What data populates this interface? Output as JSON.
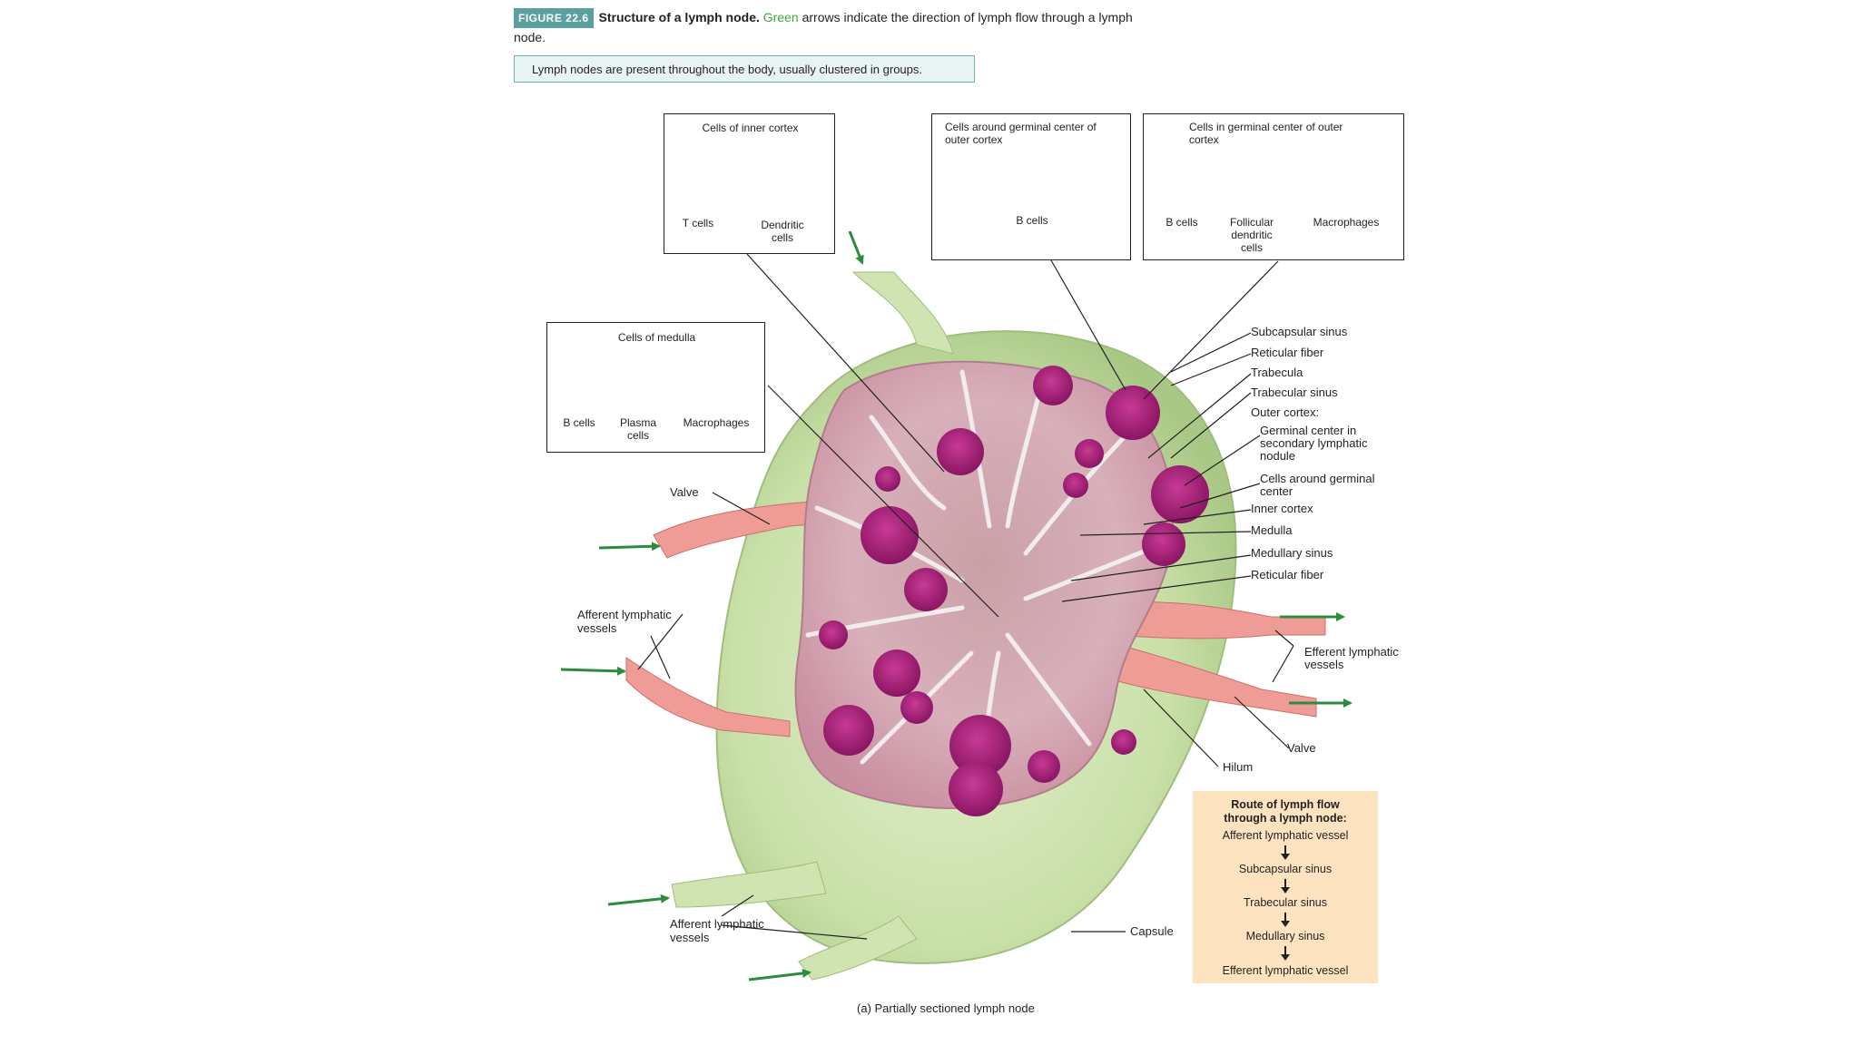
{
  "caption": {
    "badge": "FIGURE 22.6",
    "title": "Structure of a lymph node.",
    "green_word": "Green",
    "rest": " arrows indicate the direction of lymph flow through a lymph node."
  },
  "note": "Lymph nodes are present throughout the body, usually clustered in groups.",
  "boxes": {
    "inner_cortex": {
      "title": "Cells of inner cortex",
      "t_cells": "T cells",
      "dendritic": "Dendritic cells"
    },
    "around_germinal": {
      "title": "Cells around germinal center of outer cortex",
      "b_cells": "B cells"
    },
    "germinal_center": {
      "title": "Cells in germinal center of outer cortex",
      "b_cells": "B cells",
      "follicular": "Follicular dendritic cells",
      "macrophages": "Macrophages"
    },
    "medulla": {
      "title": "Cells of medulla",
      "b_cells": "B cells",
      "plasma": "Plasma cells",
      "macrophages": "Macrophages"
    }
  },
  "labels": {
    "subcapsular_sinus": "Subcapsular sinus",
    "reticular_fiber_top": "Reticular fiber",
    "trabecula": "Trabecula",
    "trabecular_sinus": "Trabecular sinus",
    "outer_cortex": "Outer cortex:",
    "germinal_center": "Germinal center in secondary lymphatic nodule",
    "cells_around_germinal": "Cells around germinal center",
    "inner_cortex": "Inner cortex",
    "medulla": "Medulla",
    "medullary_sinus": "Medullary sinus",
    "reticular_fiber_bottom": "Reticular fiber",
    "efferent_vessels": "Efferent lymphatic vessels",
    "valve_right": "Valve",
    "hilum": "Hilum",
    "valve_left": "Valve",
    "afferent_vessels_top": "Afferent lymphatic vessels",
    "afferent_vessels_bottom": "Afferent lymphatic vessels",
    "capsule": "Capsule",
    "subfigure": "(a) Partially sectioned lymph node"
  },
  "route": {
    "title": "Route of lymph flow through a lymph node:",
    "steps": [
      "Afferent lymphatic vessel",
      "Subcapsular sinus",
      "Trabecular sinus",
      "Medullary sinus",
      "Efferent lymphatic vessel"
    ]
  },
  "colors": {
    "capsule_green": "#cfe4b0",
    "tissue_pink": "#d9a6b4",
    "nodule_magenta": "#b0207e",
    "vessel_pink": "#ef9c96",
    "flow_arrow_green": "#2e8b3d",
    "route_bg": "#fde3c0",
    "badge_teal": "#5aa0a0"
  }
}
